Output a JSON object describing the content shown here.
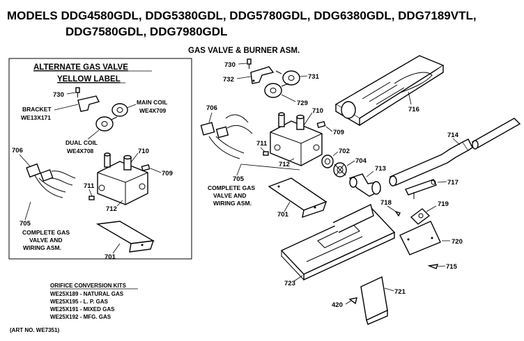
{
  "header": {
    "models_line1": "MODELS DDG4580GDL, DDG5380GDL, DDG5780GDL, DDG6380GDL, DDG7189VTL,",
    "models_line2": "DDG7580GDL, DDG7980GDL",
    "section_title": "GAS VALVE & BURNER ASM."
  },
  "inset": {
    "title_line1": "ALTERNATE GAS VALVE",
    "title_line2": "YELLOW LABEL",
    "labels": {
      "bracket_1": "BRACKET",
      "bracket_2": "WE13X171",
      "main_coil_1": "MAIN COIL",
      "main_coil_2": "WE4X709",
      "dual_coil_1": "DUAL COIL",
      "dual_coil_2": "WE4X708",
      "complete_1": "COMPLETE GAS",
      "complete_2": "VALVE AND",
      "complete_3": "WIRING ASM."
    },
    "numbers": {
      "n730": "730",
      "n706": "706",
      "n710": "710",
      "n709": "709",
      "n711": "711",
      "n712": "712",
      "n705": "705",
      "n701": "701"
    }
  },
  "main": {
    "labels": {
      "complete_1": "COMPLETE GAS",
      "complete_2": "VALVE AND",
      "complete_3": "WIRING ASM."
    },
    "numbers": {
      "n730": "730",
      "n732": "732",
      "n731": "731",
      "n729": "729",
      "n706": "706",
      "n710": "710",
      "n709": "709",
      "n711": "711",
      "n712": "712",
      "n702": "702",
      "n704": "704",
      "n713": "713",
      "n705": "705",
      "n701": "701",
      "n716": "716",
      "n714": "714",
      "n717": "717",
      "n718": "718",
      "n719": "719",
      "n720": "720",
      "n715": "715",
      "n723": "723",
      "n721": "721",
      "n420": "420"
    }
  },
  "orifice_kits": {
    "title": "ORIFICE CONVERSION KITS",
    "items": [
      "WE25X189 - NATURAL GAS",
      "WE25X195 - L. P. GAS",
      "WE25X191 - MIXED GAS",
      "WE25X192 - MFG. GAS"
    ]
  },
  "art_no": "(ART NO. WE7351)"
}
